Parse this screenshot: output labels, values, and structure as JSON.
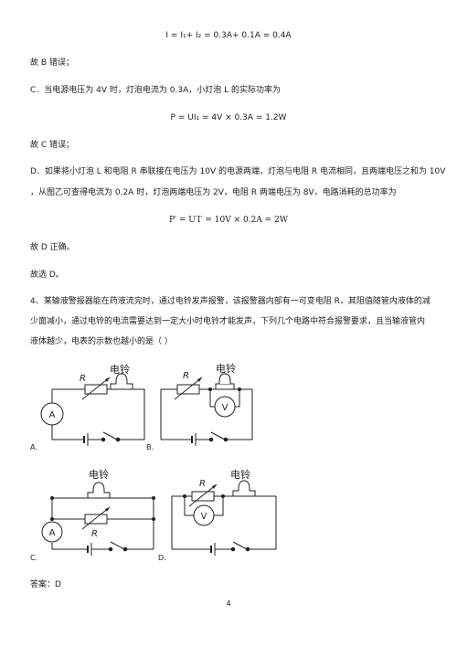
{
  "formula_1": "I = I₁+ I₂ = 0.3A+ 0.1A = 0.4A",
  "conclusion_b": "故 B 错误；",
  "option_c": "C．当电源电压为 4V 时，灯泡电流为 0.3A，小灯泡 L 的实际功率为",
  "formula_2": "P = UI₁ = 4V × 0.3A = 1.2W",
  "conclusion_c": "故 C 错误；",
  "option_d_line1": "D．如果将小灯泡 L 和电阻 R 串联接在电压为 10V 的电源两端，灯泡与电阻 R 电流相同，且两端电压之和为 10V",
  "option_d_line2": "，从图乙可查得电流为 0.2A 时，灯泡两端电压为 2V，电阻 R 两端电压为 8V，电路消耗的总功率为",
  "formula_3": "P′ = U′I′ = 10V × 0.2A = 2W",
  "conclusion_d": "故 D 正确。",
  "choose": "故选 D。",
  "q4_line1": "4、某输液警报器能在药液流完时，通过电铃发声报警，该报警器内部有一可变电阻 R，其阻值随管内液体的减",
  "q4_line2": "少面减小，通过电铃的电流需要达到一定大小时电铃才能发声，下列几个电路中符合报警要求，且当输液管内",
  "q4_line3": "液体越少，电表的示数也越小的是（ ）",
  "circuits": {
    "a": {
      "label": "A.",
      "resistor": "R",
      "bell": "电铃",
      "meter": "A"
    },
    "b": {
      "label": "B.",
      "resistor": "R",
      "bell": "电铃",
      "meter": "V"
    },
    "c": {
      "label": "C.",
      "resistor": "R",
      "bell": "电铃",
      "meter": "A"
    },
    "d": {
      "label": "D.",
      "resistor": "R",
      "bell": "电铃",
      "meter": "V"
    }
  },
  "answer": "答案：D",
  "page_number": "4"
}
